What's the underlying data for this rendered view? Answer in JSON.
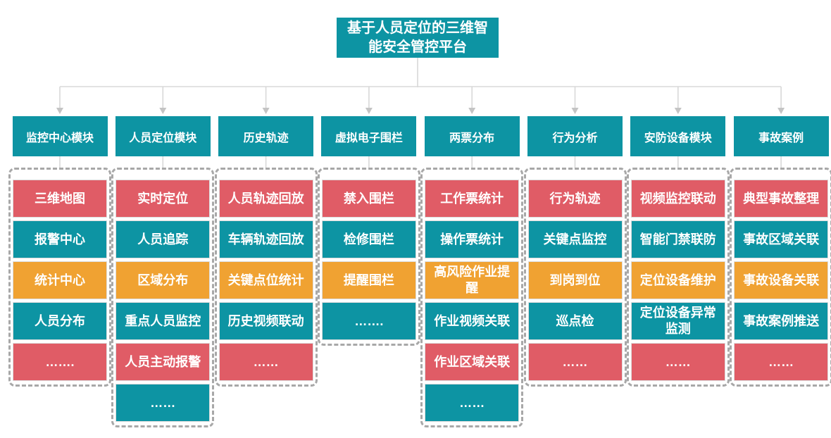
{
  "title": "基于人员定位的三维智能安全管控平台",
  "colors": {
    "teal": "#0D94A3",
    "red": "#E05C66",
    "orange": "#F0A232",
    "connector": "#D8D8D8",
    "arrow": "#C4C4C4",
    "dashed_border": "#A8A8A8"
  },
  "columns": [
    {
      "header": "监控中心模块",
      "items": [
        {
          "label": "三维地图",
          "variant": "red"
        },
        {
          "label": "报警中心",
          "variant": "teal"
        },
        {
          "label": "统计中心",
          "variant": "orange"
        },
        {
          "label": "人员分布",
          "variant": "teal"
        },
        {
          "label": "…….",
          "variant": "red"
        }
      ]
    },
    {
      "header": "人员定位模块",
      "items": [
        {
          "label": "实时定位",
          "variant": "red"
        },
        {
          "label": "人员追踪",
          "variant": "teal"
        },
        {
          "label": "区域分布",
          "variant": "orange"
        },
        {
          "label": "重点人员监控",
          "variant": "teal"
        },
        {
          "label": "人员主动报警",
          "variant": "red"
        },
        {
          "label": "……",
          "variant": "teal"
        }
      ]
    },
    {
      "header": "历史轨迹",
      "items": [
        {
          "label": "人员轨迹回放",
          "variant": "red"
        },
        {
          "label": "车辆轨迹回放",
          "variant": "teal"
        },
        {
          "label": "关键点位统计",
          "variant": "orange"
        },
        {
          "label": "历史视频联动",
          "variant": "teal"
        },
        {
          "label": "……",
          "variant": "red"
        }
      ]
    },
    {
      "header": "虚拟电子围栏",
      "items": [
        {
          "label": "禁入围栏",
          "variant": "red"
        },
        {
          "label": "检修围栏",
          "variant": "teal"
        },
        {
          "label": "提醒围栏",
          "variant": "orange"
        },
        {
          "label": "…….",
          "variant": "teal"
        }
      ]
    },
    {
      "header": "两票分布",
      "items": [
        {
          "label": "工作票统计",
          "variant": "red"
        },
        {
          "label": "操作票统计",
          "variant": "teal"
        },
        {
          "label": "高风险作业提醒",
          "variant": "orange"
        },
        {
          "label": "作业视频关联",
          "variant": "teal"
        },
        {
          "label": "作业区域关联",
          "variant": "red"
        },
        {
          "label": "……",
          "variant": "teal"
        }
      ]
    },
    {
      "header": "行为分析",
      "items": [
        {
          "label": "行为轨迹",
          "variant": "red"
        },
        {
          "label": "关键点监控",
          "variant": "teal"
        },
        {
          "label": "到岗到位",
          "variant": "orange"
        },
        {
          "label": "巡点检",
          "variant": "teal"
        },
        {
          "label": "……",
          "variant": "red"
        }
      ]
    },
    {
      "header": "安防设备模块",
      "items": [
        {
          "label": "视频监控联动",
          "variant": "red"
        },
        {
          "label": "智能门禁联防",
          "variant": "teal"
        },
        {
          "label": "定位设备维护",
          "variant": "orange"
        },
        {
          "label": "定位设备异常监测",
          "variant": "teal"
        },
        {
          "label": "……",
          "variant": "red"
        }
      ]
    },
    {
      "header": "事故案例",
      "items": [
        {
          "label": "典型事故整理",
          "variant": "red"
        },
        {
          "label": "事故区域关联",
          "variant": "teal"
        },
        {
          "label": "事故设备关联",
          "variant": "orange"
        },
        {
          "label": "事故案例推送",
          "variant": "teal"
        },
        {
          "label": "……",
          "variant": "red"
        }
      ]
    }
  ]
}
